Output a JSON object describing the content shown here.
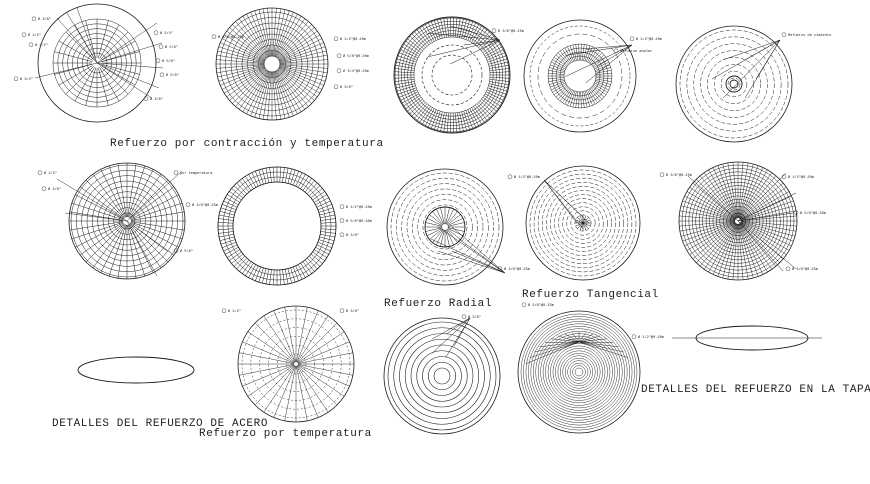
{
  "captions": {
    "contraccion": "Refuerzo por contracción y temperatura",
    "radial": "Refuerzo Radial",
    "tangencial": "Refuerzo Tangencial",
    "detalles_acero": "DETALLES DEL REFUERZO DE ACERO",
    "temperatura": "Refuerzo por temperatura",
    "detalles_tapa": "DETALLES DEL REFUERZO EN LA TAPA"
  },
  "annotations": {
    "c1": [
      "Ø 3/8\"",
      "Ø 1/2\"",
      "Ø 3/4\"",
      "Ø 5/8\"",
      "Ø 5/8\"",
      "Ø 5/8\"",
      "Ø 3/4\"",
      "Ø 3/8\"",
      "Ø 1/2\""
    ],
    "c2": [
      "Ø 3/8\"@0.25m",
      "Ø 1/2\"@0.20m",
      "Ø 5/8\"@0.30m",
      "Ø 3/4\"@0.25m",
      "Ø 3/8\""
    ],
    "c3": [
      "Ø 3/8\"@0.25m"
    ],
    "c4": [
      "Ø 1/2\"@0.20m",
      "Refuerzo anular"
    ],
    "c5": [
      "Refuerzo de cimiento"
    ],
    "c6": [
      "Ø 1/2\"",
      "Ø 3/8\"",
      "por temperatura",
      "Ø 5/8\""
    ],
    "c7": [
      "Ø 3/8\"@0.25m",
      "Ø 1/2\"@0.20m",
      "Ø 5/8\"@0.30m",
      "Ø 3/8\""
    ],
    "c8": [
      "Ø 3/8\"@0.25m"
    ],
    "c9": [
      "Ø 1/2\"@0.20m"
    ],
    "c10": [
      "Ø 3/8\"@0.25m",
      "Ø 1/2\"@0.20m",
      "Ø 5/8\"@0.30m",
      "Ø 3/8\"@0.25m"
    ],
    "c11": [
      "Ø 1/2\"",
      "Ø 3/8\""
    ],
    "c12": [
      "Ø 3/8\""
    ],
    "c13": [
      "Ø 3/8\"@0.25m",
      "Ø 1/2\"@0.20m"
    ]
  },
  "colors": {
    "ink": "#1a1a1a",
    "paper": "#ffffff"
  }
}
